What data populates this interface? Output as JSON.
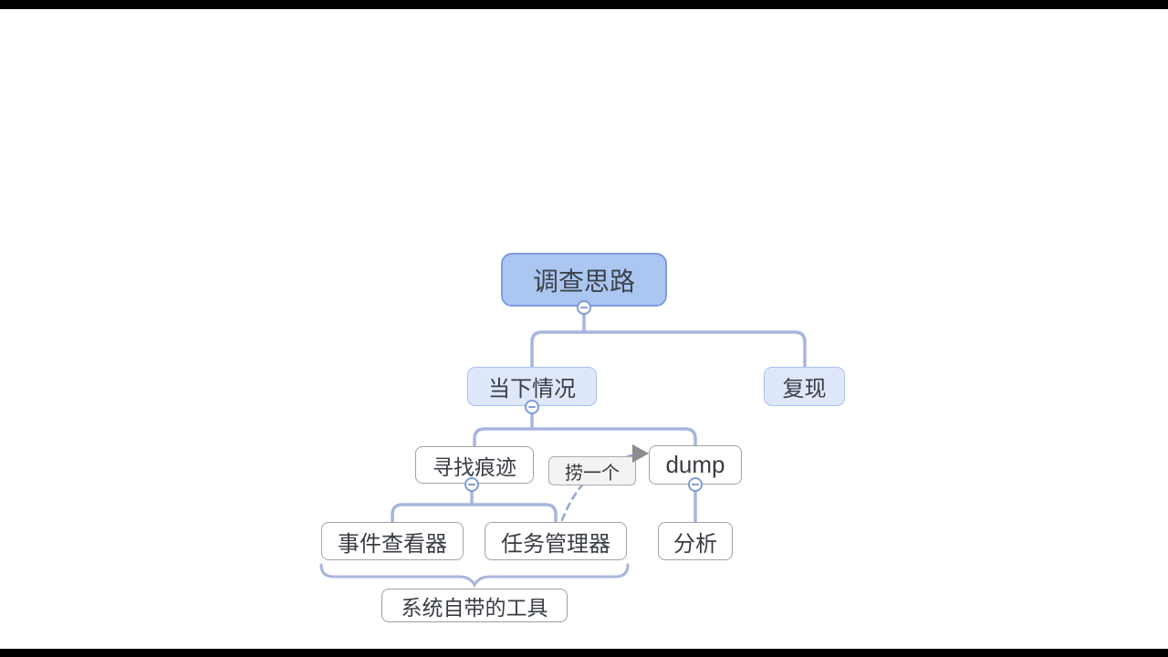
{
  "app": {
    "view": "mind-map"
  },
  "colors": {
    "root_fill": "#aac6f1",
    "root_border": "#7d9de2",
    "branch_fill": "#dee8fa",
    "branch_border": "#a8c0ee",
    "subtopic_border": "#a3a3a3",
    "connector_line": "#a7b5dd",
    "relationship_line": "#92a7d8",
    "relationship_arrow": "#8c8c8c",
    "collapse_accent": "#7e9bda",
    "label_fill": "#f3f3f3",
    "text": "#393d44",
    "letterbox": "#000000"
  },
  "icons": {
    "collapse": "minus-circle-icon",
    "relationship_arrow": "arrowhead-icon"
  },
  "diagram": {
    "type": "mindmap-tree",
    "nodes": {
      "root": {
        "label": "调查思路",
        "level": 0
      },
      "dangxia": {
        "label": "当下情况",
        "level": 1,
        "parent": "调查思路"
      },
      "fuxian": {
        "label": "复现",
        "level": 1,
        "parent": "调查思路"
      },
      "xunzhao": {
        "label": "寻找痕迹",
        "level": 2,
        "parent": "当下情况"
      },
      "dump": {
        "label": "dump",
        "level": 2,
        "parent": "当下情况"
      },
      "shijian": {
        "label": "事件查看器",
        "level": 3,
        "parent": "寻找痕迹"
      },
      "renwu": {
        "label": "任务管理器",
        "level": 3,
        "parent": "寻找痕迹"
      },
      "fenxi": {
        "label": "分析",
        "level": 3,
        "parent": "dump"
      }
    },
    "summary": {
      "label": "系统自带的工具",
      "covers": [
        "事件查看器",
        "任务管理器"
      ],
      "bracket": "curly-brace"
    },
    "relationship": {
      "label": "捞一个",
      "from": "任务管理器",
      "to": "dump",
      "line_style": "dashed",
      "arrow": "to"
    },
    "collapse_buttons_on": [
      "调查思路",
      "当下情况",
      "寻找痕迹",
      "dump"
    ]
  }
}
